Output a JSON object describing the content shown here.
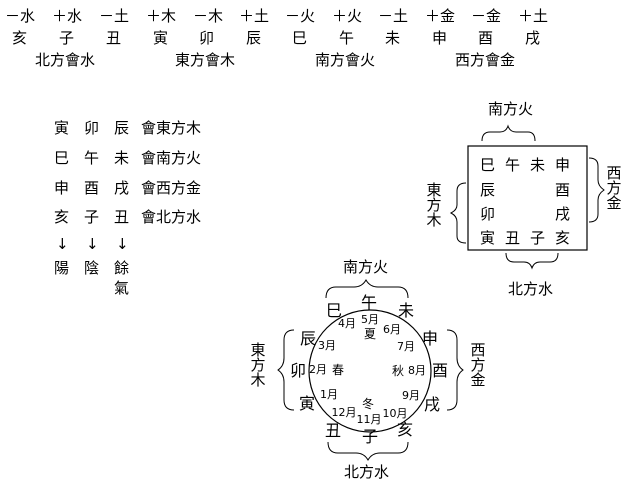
{
  "top_table": {
    "signs": [
      "－水",
      "＋水",
      "－土",
      "＋木",
      "－木",
      "＋土",
      "－火",
      "＋火",
      "－土",
      "＋金",
      "－金",
      "＋土"
    ],
    "branches": [
      "亥",
      "子",
      "丑",
      "寅",
      "卯",
      "辰",
      "巳",
      "午",
      "未",
      "申",
      "酉",
      "戌"
    ],
    "groups": [
      "北方會水",
      "東方會木",
      "南方會火",
      "西方會金"
    ]
  },
  "left_table": {
    "rows": [
      [
        "寅",
        "卯",
        "辰",
        "會東方木"
      ],
      [
        "巳",
        "午",
        "未",
        "會南方火"
      ],
      [
        "申",
        "酉",
        "戌",
        "會西方金"
      ],
      [
        "亥",
        "子",
        "丑",
        "會北方水"
      ]
    ],
    "arrows": [
      "↓",
      "↓",
      "↓"
    ],
    "bottom": [
      "陽",
      "陰",
      "餘"
    ],
    "bottom_extra": "氣"
  },
  "square": {
    "top": [
      "巳",
      "午",
      "未",
      "申"
    ],
    "row2": [
      "辰",
      "酉"
    ],
    "row3": [
      "卯",
      "戌"
    ],
    "bottom": [
      "寅",
      "丑",
      "子",
      "亥"
    ],
    "labels": {
      "south": "南方火",
      "west": "西方金",
      "east": "東方木",
      "north": "北方水"
    }
  },
  "circle": {
    "labels": {
      "south": "南方火",
      "west": "西方金",
      "east": "東方木",
      "north": "北方水"
    },
    "branches": {
      "si": "巳",
      "wu": "午",
      "wei": "未",
      "shen": "申",
      "you": "酉",
      "xu": "戌",
      "hai": "亥",
      "zi": "子",
      "chou": "丑",
      "yin": "寅",
      "mao": "卯",
      "chen": "辰"
    },
    "months": {
      "m1": "1月",
      "m2": "2月",
      "m3": "3月",
      "m4": "4月",
      "m5": "5月",
      "m6": "6月",
      "m7": "7月",
      "m8": "8月",
      "m9": "9月",
      "m10": "10月",
      "m11": "11月",
      "m12": "12月"
    },
    "seasons": {
      "spring": "春",
      "summer": "夏",
      "autumn": "秋",
      "winter": "冬"
    }
  }
}
